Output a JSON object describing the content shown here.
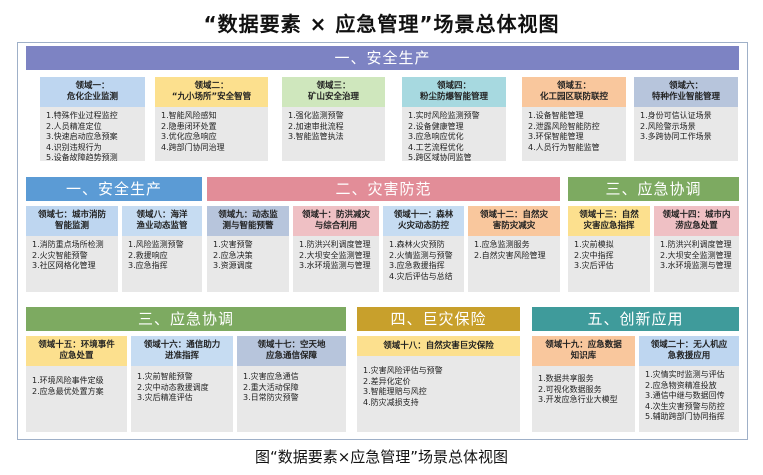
{
  "title": "“数据要素 × 应急管理”场景总体视图",
  "caption": "图“数据要素×应急管理”场景总体视图",
  "colors": {
    "band_purple": "#7d83c3",
    "band_blue": "#5b9bd5",
    "band_pink": "#e28d98",
    "band_green": "#7daa61",
    "band_gold": "#c8a02c",
    "band_teal": "#3f9b9b"
  },
  "bands": {
    "b1": "一、安全生产",
    "b2": "一、安全生产",
    "b3": "二、灾害防范",
    "b4": "三、应急协调",
    "b5": "三、应急协调",
    "b6": "四、巨灾保险",
    "b7": "五、创新应用"
  },
  "cards": {
    "c1": {
      "label": "领域一：",
      "name": "危化企业监测",
      "items": [
        "1.特殊作业过程监控",
        "2.人员精准定位",
        "3.快速启动应急预案",
        "4.识别违规行为",
        "5.设备故障趋势预测"
      ]
    },
    "c2": {
      "label": "领域二：",
      "name": "“九小场所”安全智管",
      "items": [
        "1.智能风险感知",
        "2.隐患闭环处置",
        "3.优化应急响应",
        "4.跨部门协同治理"
      ]
    },
    "c3": {
      "label": "领域三：",
      "name": "矿山安全治理",
      "items": [
        "1.强化监测预警",
        "2.加速审批流程",
        "3.智能监管执法"
      ]
    },
    "c4": {
      "label": "领域四：",
      "name": "粉尘防爆智能管理",
      "items": [
        "1.实时风险监测预警",
        "2.设备健康管理",
        "3.应急响应优化",
        "4.工艺流程优化",
        "5.跨区域协同监管"
      ]
    },
    "c5": {
      "label": "领域五：",
      "name": "化工园区联防联控",
      "items": [
        "1.设备智能管理",
        "2.泄露风险智能防控",
        "3.环保智能管理",
        "4.人员行为智能监管"
      ]
    },
    "c6": {
      "label": "领域六：",
      "name": "特种作业智能管理",
      "items": [
        "1.身份可信认证场景",
        "2.风险警示场景",
        "3.多跨协同工作场景"
      ]
    },
    "c7": {
      "label": "领域七：城市消防",
      "name": "智能监测",
      "items": [
        "1.消防重点场所检测",
        "2.火灾智能预警",
        "3.社区网格化管理"
      ]
    },
    "c8": {
      "label": "领域八：海洋",
      "name": "渔业动态监管",
      "items": [
        "1.风险监测预警",
        "2.救援响应",
        "3.应急指挥"
      ]
    },
    "c9": {
      "label": "领域九：动态监",
      "name": "测与智能预警",
      "items": [
        "1.灾害预警",
        "2.应急决策",
        "3.资源调度"
      ]
    },
    "c10": {
      "label": "领域十：防洪减灾",
      "name": "与综合利用",
      "items": [
        "1.防洪兴利调度管理",
        "2.大坝安全监测管理",
        "3.水环境监测与管理"
      ]
    },
    "c11": {
      "label": "领域十一：森林",
      "name": "火灾动态防控",
      "items": [
        "1.森林火灾预防",
        "2.火情监测与预警",
        "3.应急救援指挥",
        "4.灾后评估与总结"
      ]
    },
    "c12": {
      "label": "领域十二：自然灾",
      "name": "害防灾减灾",
      "items": [
        "1.应急监测服务",
        "2.自然灾害风险管理"
      ]
    },
    "c13": {
      "label": "领域十三：自然",
      "name": "灾害应急指挥",
      "items": [
        "1.灾前模拟",
        "2.灾中指挥",
        "3.灾后评估"
      ]
    },
    "c14": {
      "label": "领域十四：城市内",
      "name": "涝应急处置",
      "items": [
        "1.防洪兴利调度管理",
        "2.大坝安全监测管理",
        "3.水环境监测与管理"
      ]
    },
    "c15": {
      "label": "领域十五：环境事件",
      "name": "应急处置",
      "items": [
        "1.环境风险事件定级",
        "2.应急最优处置方案"
      ]
    },
    "c16": {
      "label": "领域十六：通信助力",
      "name": "进准指挥",
      "items": [
        "1.灾前智能预警",
        "2.灾中动态救援调度",
        "3.灾后精准评估"
      ]
    },
    "c17": {
      "label": "领域十七：空天地",
      "name": "应急通信保障",
      "items": [
        "1.灾害应急通信",
        "2.重大活动保障",
        "3.日常防灾预警"
      ]
    },
    "c18": {
      "label": "领域十八：自然灾害巨灾保险",
      "name": "",
      "items": [
        "1.灾害风险评估与预警",
        "2.差异化定价",
        "3.智能理赔与风控",
        "4.防灾减损支持"
      ]
    },
    "c19": {
      "label": "领域十九：应急数据",
      "name": "知识库",
      "items": [
        "1.数据共享服务",
        "2.可视化数据服务",
        "3.开发应急行业大模型"
      ]
    },
    "c20": {
      "label": "领域二十：无人机应",
      "name": "急救援应用",
      "items": [
        "1.灾情实时监测与评估",
        "2.应急物资精准投放",
        "3.通信中继与数据回传",
        "4.次生灾害预警与防控",
        "5.辅助跨部门协同指挥"
      ]
    }
  }
}
